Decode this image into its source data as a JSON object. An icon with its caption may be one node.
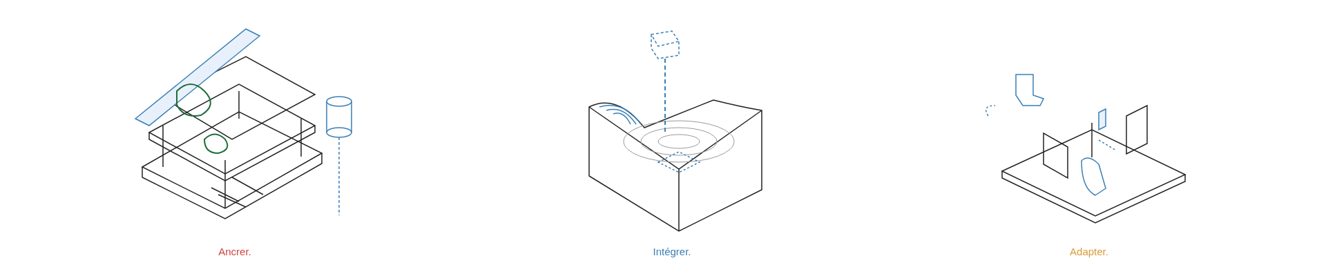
{
  "diagram": {
    "labels": [
      "Ancrer.",
      "Intégrer.",
      "Adapter."
    ]
  }
}
